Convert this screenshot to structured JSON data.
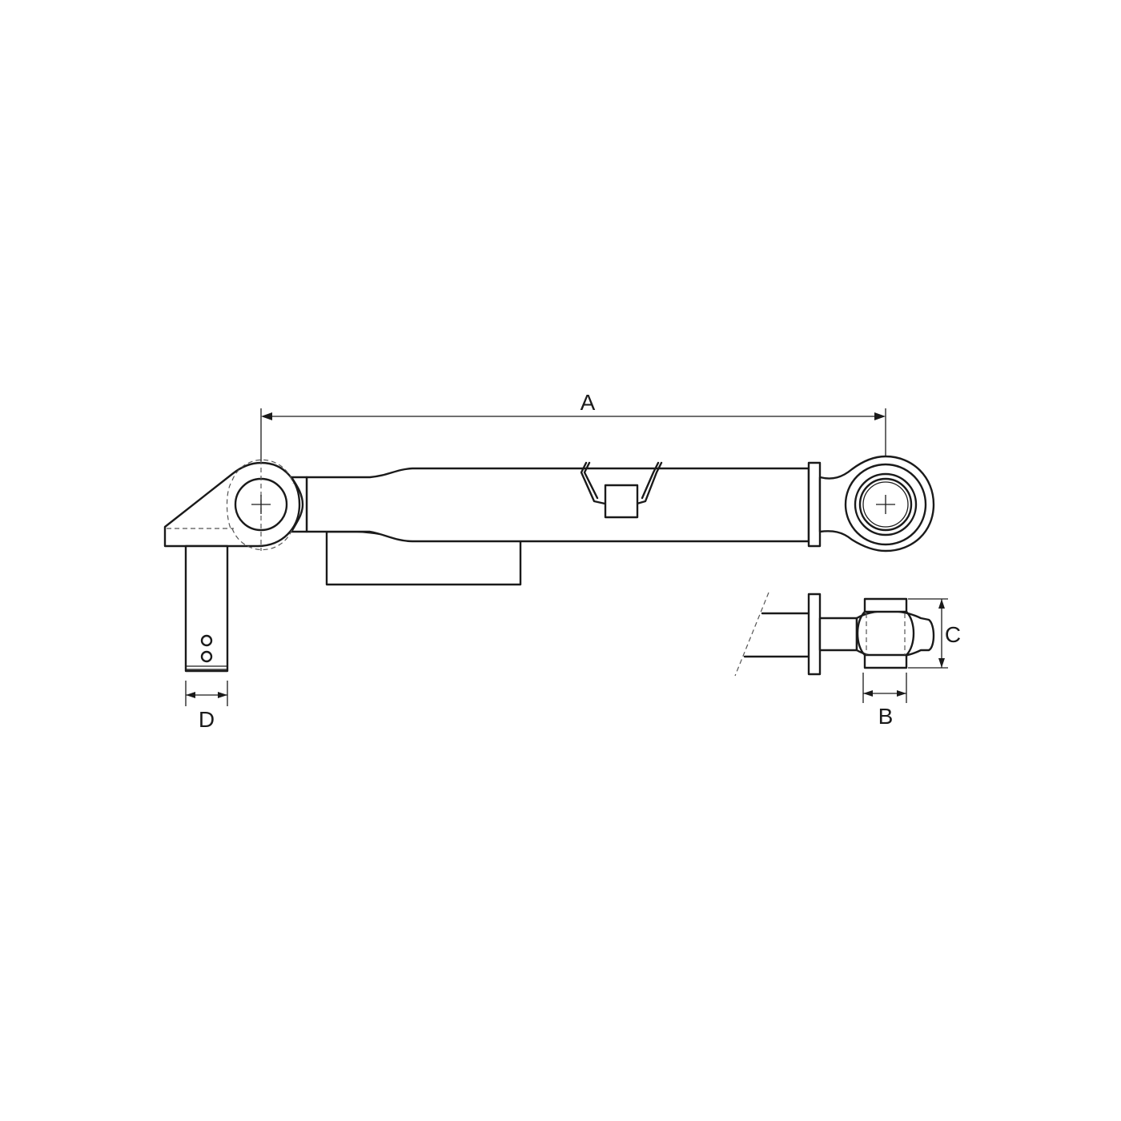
{
  "dimension_labels": {
    "a": "A",
    "b": "B",
    "c": "C",
    "d": "D"
  },
  "colors": {
    "line": "#1a1a1a",
    "background": "#ffffff"
  }
}
